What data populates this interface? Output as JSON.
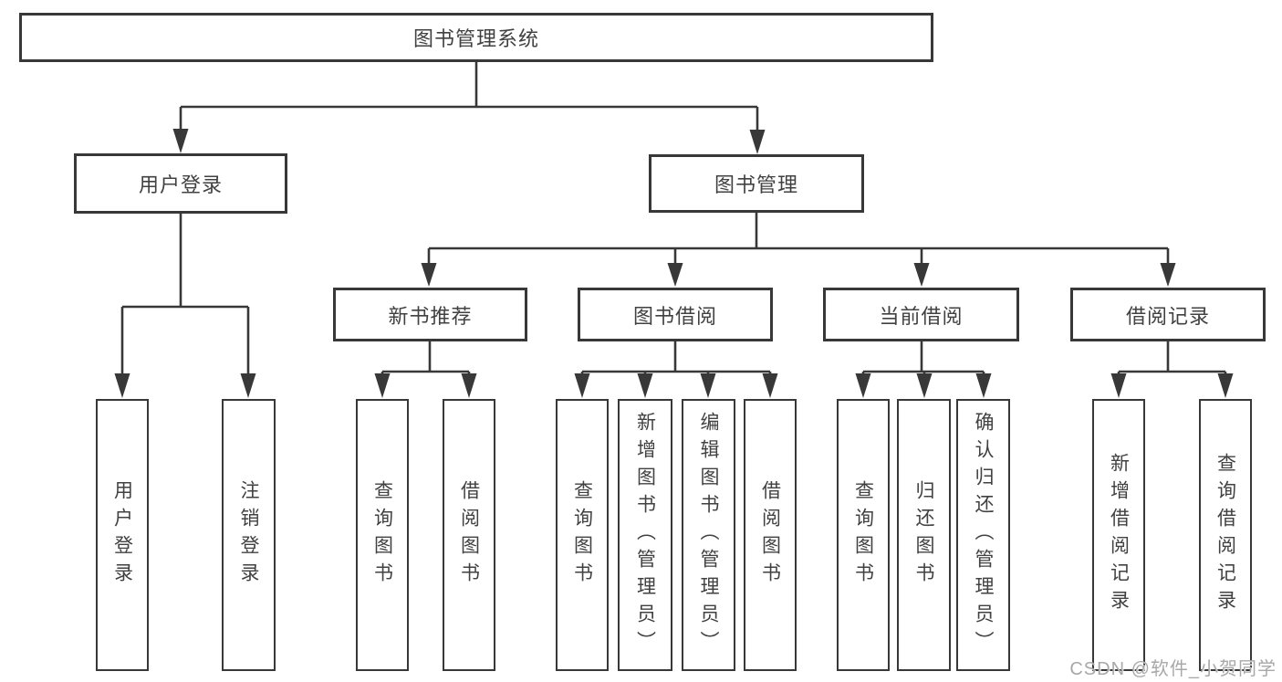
{
  "diagram": {
    "root": {
      "label": "图书管理系统"
    },
    "branches": [
      {
        "label": "用户登录",
        "children": [
          {
            "label": "用户登录"
          },
          {
            "label": "注销登录"
          }
        ]
      },
      {
        "label": "图书管理",
        "children": [
          {
            "label": "新书推荐",
            "children": [
              {
                "label": "查询图书"
              },
              {
                "label": "借阅图书"
              }
            ]
          },
          {
            "label": "图书借阅",
            "children": [
              {
                "label": "查询图书"
              },
              {
                "label": "新增图书（管理员）"
              },
              {
                "label": "编辑图书（管理员）"
              },
              {
                "label": "借阅图书"
              }
            ]
          },
          {
            "label": "当前借阅",
            "children": [
              {
                "label": "查询图书"
              },
              {
                "label": "归还图书"
              },
              {
                "label": "确认归还（管理员）"
              }
            ]
          },
          {
            "label": "借阅记录",
            "children": [
              {
                "label": "新增借阅记录"
              },
              {
                "label": "查询借阅记录"
              }
            ]
          }
        ]
      }
    ]
  },
  "watermark": {
    "text": "CSDN @软件_小贺同学"
  },
  "colors": {
    "line": "#383838",
    "box_border": "#383838",
    "text": "#414141",
    "watermark": "#a8a8a8",
    "background": "#ffffff"
  }
}
